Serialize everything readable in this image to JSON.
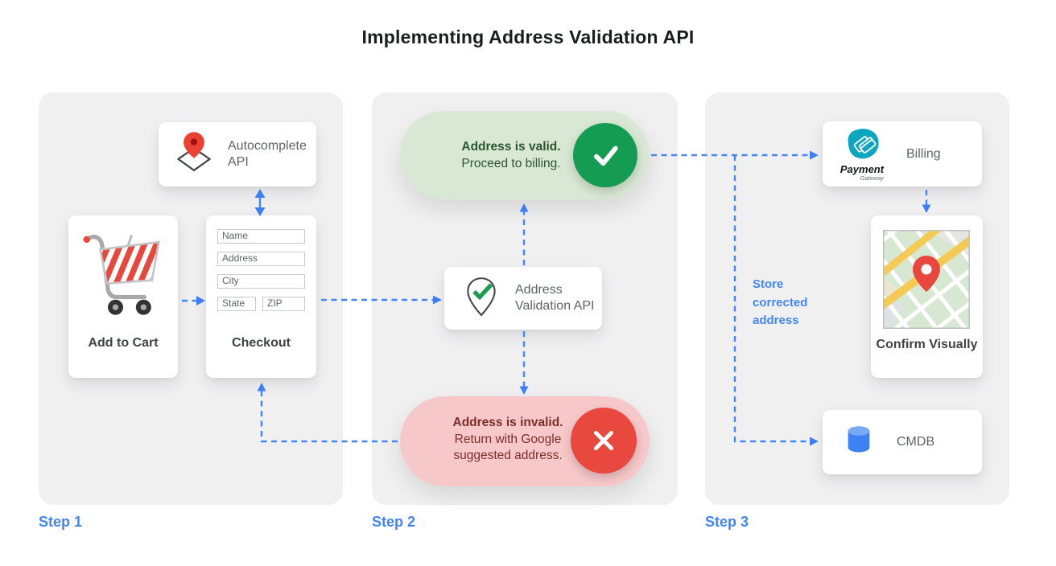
{
  "title": "Implementing Address Validation API",
  "colors": {
    "accent_blue": "#4285f4",
    "google_green": "#149c52",
    "google_red": "#e8483e",
    "valid_pill_bg": "#d8e8d4",
    "invalid_pill_bg": "#f7c8ca",
    "valid_text": "#2c5531",
    "invalid_text": "#7c2d28",
    "panel_bg": "#f0f0f1",
    "gray_text": "#5f6368",
    "dark_text": "#3f4347",
    "payment_teal": "#0da6bf",
    "pin_red": "#ea4335",
    "db_blue": "#3c82f2"
  },
  "steps": {
    "step1": {
      "label": "Step 1",
      "autocomplete_card": {
        "title": "Autocomplete API",
        "icon": "map-diamond-pin-icon"
      },
      "add_to_cart_card": {
        "label": "Add to Cart",
        "icon": "shopping-cart-icon"
      },
      "checkout_card": {
        "label": "Checkout",
        "fields": {
          "name": "Name",
          "address": "Address",
          "city": "City",
          "state": "State",
          "zip": "ZIP"
        }
      }
    },
    "step2": {
      "label": "Step 2",
      "valid_pill": {
        "title": "Address is valid.",
        "subtitle": "Proceed to billing.",
        "icon": "checkmark-icon"
      },
      "validation_card": {
        "title": "Address Validation API",
        "icon": "pin-check-icon"
      },
      "invalid_pill": {
        "title": "Address is invalid.",
        "subtitle": "Return with Google suggested address.",
        "icon": "x-mark-icon"
      }
    },
    "step3": {
      "label": "Step 3",
      "billing_card": {
        "label": "Billing",
        "logo_title": "Payment",
        "logo_subtitle": "Gateway",
        "icon": "payment-gateway-icon"
      },
      "confirm_card": {
        "label": "Confirm Visually",
        "icon": "map-thumbnail"
      },
      "cmdb_card": {
        "label": "CMDB",
        "icon": "database-icon"
      },
      "store_note": "Store corrected address"
    }
  }
}
